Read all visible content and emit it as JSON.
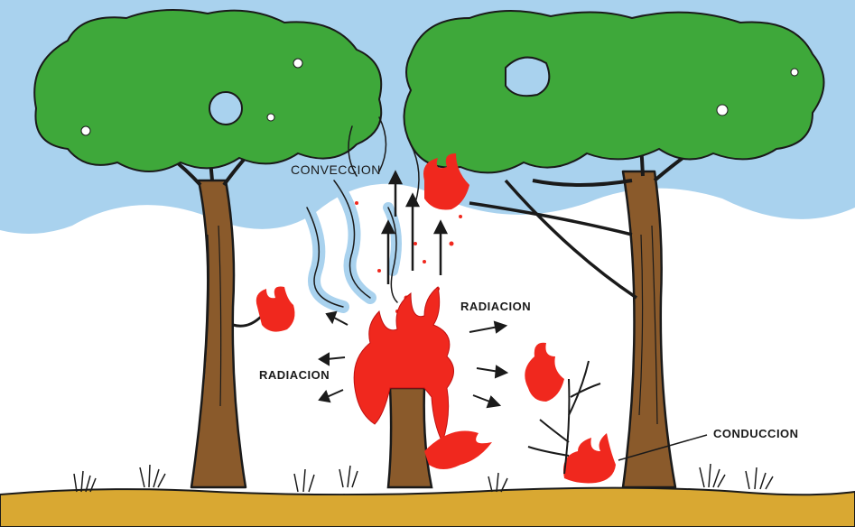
{
  "labels": {
    "convection": "CONVECCION",
    "radiation_right": "RADIACION",
    "radiation_left": "RADIACION",
    "conduction": "CONDUCCION"
  },
  "colors": {
    "sky": "#a9d2ee",
    "foliage": "#3ea83a",
    "trunk": "#8a5a2b",
    "fire": "#f0281e",
    "ground": "#d9a832",
    "smoke": "#a9d2ee",
    "ink": "#1a1a1a"
  }
}
